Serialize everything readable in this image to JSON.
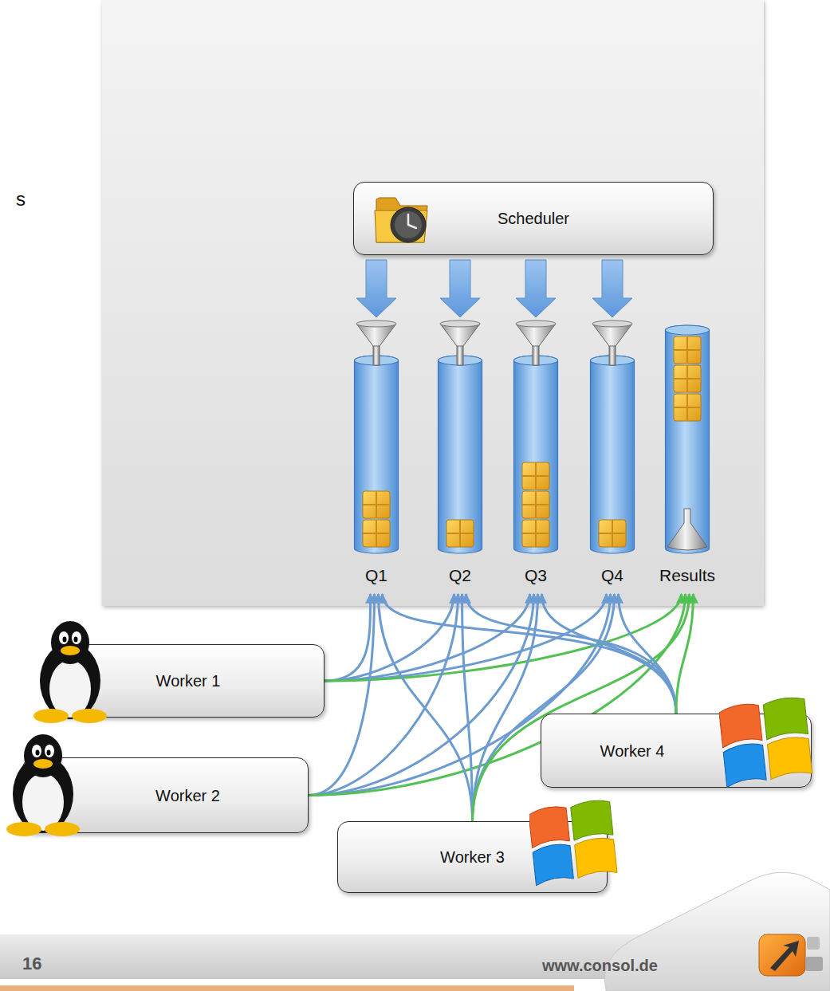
{
  "diagram": {
    "nodes": [
      {
        "text": [
          "Scheduler"
        ]
      },
      {
        "text": [
          "Q1"
        ]
      },
      {
        "text": [
          "Q2"
        ]
      },
      {
        "text": [
          "Q3"
        ]
      },
      {
        "text": [
          "Q4"
        ]
      },
      {
        "text": [
          "Results"
        ]
      },
      {
        "text": [
          "Worker 1"
        ]
      },
      {
        "text": [
          "Worker 2"
        ]
      },
      {
        "text": [
          "Worker 3"
        ]
      },
      {
        "text": [
          "Worker 4"
        ]
      }
    ],
    "edges": [
      {
        "from": 0,
        "to": 1,
        "arrow": "to"
      },
      {
        "from": 0,
        "to": 2,
        "arrow": "to"
      },
      {
        "from": 0,
        "to": 3,
        "arrow": "to"
      },
      {
        "from": 0,
        "to": 4,
        "arrow": "to"
      },
      {
        "from": 6,
        "to": 1,
        "arrow": "to"
      },
      {
        "from": 6,
        "to": 2,
        "arrow": "to"
      },
      {
        "from": 6,
        "to": 3,
        "arrow": "to"
      },
      {
        "from": 6,
        "to": 4,
        "arrow": "to"
      },
      {
        "from": 6,
        "to": 5,
        "arrow": "to"
      },
      {
        "from": 7,
        "to": 1,
        "arrow": "to"
      },
      {
        "from": 7,
        "to": 2,
        "arrow": "to"
      },
      {
        "from": 7,
        "to": 3,
        "arrow": "to"
      },
      {
        "from": 7,
        "to": 4,
        "arrow": "to"
      },
      {
        "from": 7,
        "to": 5,
        "arrow": "to"
      },
      {
        "from": 8,
        "to": 1,
        "arrow": "to"
      },
      {
        "from": 8,
        "to": 2,
        "arrow": "to"
      },
      {
        "from": 8,
        "to": 3,
        "arrow": "to"
      },
      {
        "from": 8,
        "to": 4,
        "arrow": "to"
      },
      {
        "from": 8,
        "to": 5,
        "arrow": "to"
      },
      {
        "from": 9,
        "to": 1,
        "arrow": "to"
      },
      {
        "from": 9,
        "to": 2,
        "arrow": "to"
      },
      {
        "from": 9,
        "to": 3,
        "arrow": "to"
      },
      {
        "from": 9,
        "to": 4,
        "arrow": "to"
      },
      {
        "from": 9,
        "to": 5,
        "arrow": "to"
      }
    ],
    "labels": [
      "s",
      "16",
      "www.consol.de"
    ]
  }
}
